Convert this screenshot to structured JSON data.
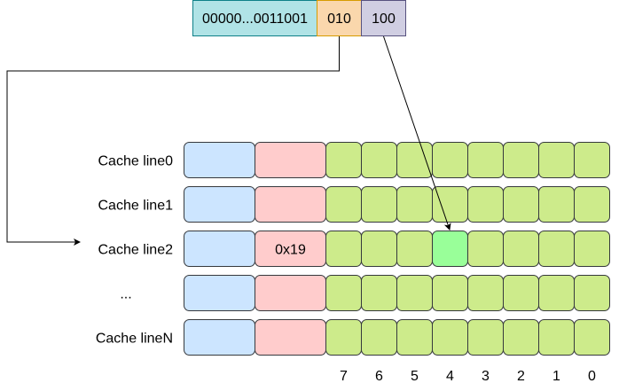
{
  "address": {
    "tag": "00000...0011001",
    "index": "010",
    "offset": "100"
  },
  "cache_lines": [
    {
      "label": "Cache line0",
      "tag_value": "",
      "highlight_byte": null
    },
    {
      "label": "Cache line1",
      "tag_value": "",
      "highlight_byte": null
    },
    {
      "label": "Cache line2",
      "tag_value": "0x19",
      "highlight_byte": 4
    },
    {
      "label": "...",
      "tag_value": "",
      "highlight_byte": null
    },
    {
      "label": "Cache lineN",
      "tag_value": "",
      "highlight_byte": null
    }
  ],
  "byte_labels": [
    "7",
    "6",
    "5",
    "4",
    "3",
    "2",
    "1",
    "0"
  ],
  "colors": {
    "tag_field": "#b0e3e6",
    "index_field": "#fad7ac",
    "offset_field": "#d0cee2",
    "valid_cell": "#cce5ff",
    "tag_cell": "#ffcccc",
    "data_cell": "#cdeb8b",
    "data_highlight": "#99ff99",
    "stroke_tag_field": "#0e8088",
    "stroke_index_field": "#d79b00",
    "stroke_offset_field": "#56517e",
    "stroke_valid": "#36393d",
    "stroke_tag": "#36393d",
    "stroke_data": "#36393d"
  }
}
